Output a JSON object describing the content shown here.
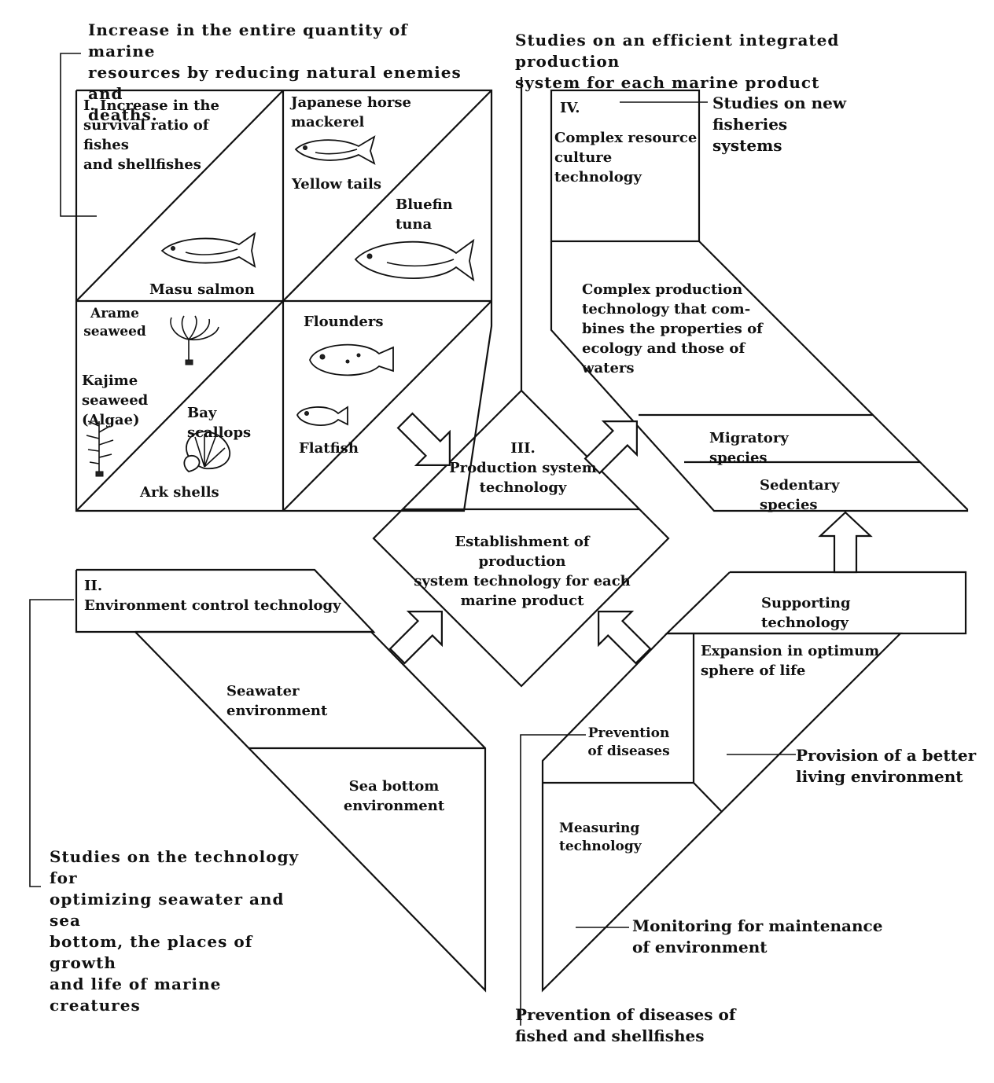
{
  "intro": {
    "increase_text": "Increase in the entire quantity of marine\nresources by reducing natural enemies and\ndeaths.",
    "studies_efficient": "Studies on an efficient integrated production\nsystem for each marine product"
  },
  "section1": {
    "title": "I. Increase in the\nsurvival ratio of fishes\nand shellfishes",
    "species": {
      "japanese_horse_mackerel": "Japanese horse\nmackerel",
      "yellow_tails": "Yellow tails",
      "bluefin_tuna": "Bluefin tuna",
      "masu_salmon": "Masu salmon",
      "arame_seaweed": "Arame\nseaweed",
      "flounders": "Flounders",
      "kajime_seaweed": "Kajime seaweed\n(Algae)",
      "bay_scallops": "Bay scallops",
      "flatfish": "Flatfish",
      "ark_shells": "Ark shells"
    }
  },
  "section2": {
    "title": "II.\nEnvironment control technology",
    "seawater": "Seawater environment",
    "sea_bottom": "Sea bottom\nenvironment",
    "studies_optimizing": "Studies on the technology for\noptimizing seawater and sea\nbottom, the places of growth\nand life of marine creatures"
  },
  "section3": {
    "title": "III.\nProduction system\ntechnology",
    "establishment": "Establishment of production\nsystem technology for each\nmarine product"
  },
  "section4": {
    "title": "IV.",
    "complex_resource": "Complex resource\nculture technology",
    "studies_new": "Studies on new fisheries\nsystems",
    "complex_production": "Complex production\ntechnology that com-\nbines the properties of\necology and those of\nwaters",
    "migratory": "Migratory species",
    "sedentary": "Sedentary species"
  },
  "support": {
    "title": "Supporting technology",
    "expansion": "Expansion in optimum\nsphere of life",
    "prevention": "Prevention\nof diseases",
    "provision": "Provision of a better\nliving environment",
    "measuring": "Measuring\ntechnology",
    "monitoring": "Monitoring for maintenance\nof environment",
    "prevention_diseases_fished": "Prevention of diseases of\nfished and shellfishes"
  }
}
